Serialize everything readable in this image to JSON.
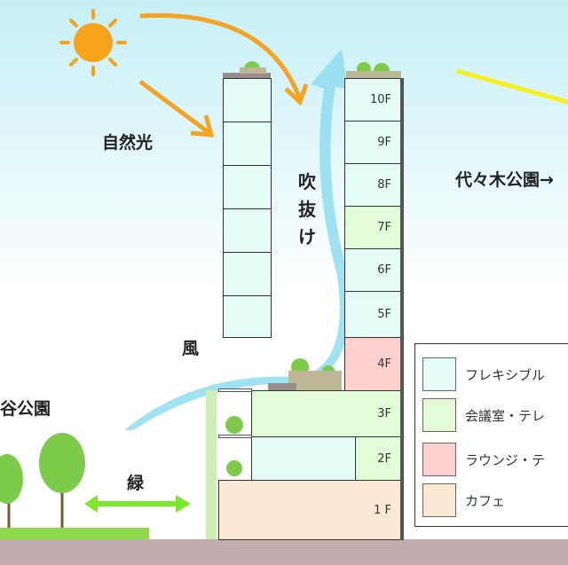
{
  "labels": {
    "sunlight": "自然光",
    "atrium": "吹抜け",
    "wind": "風",
    "park_right": "代々木公園→",
    "park_left": "谷公園",
    "greenery": "緑"
  },
  "floors": [
    "10F",
    "9F",
    "8F",
    "7F",
    "6F",
    "5F",
    "4F",
    "3F",
    "2F",
    "1 F"
  ],
  "legend": [
    {
      "label": "フレキシブル",
      "color": "#e4fbf6"
    },
    {
      "label": "会議室・テレ",
      "color": "#e3fcd8"
    },
    {
      "label": "ラウンジ・テ",
      "color": "#fdcfcf"
    },
    {
      "label": "カフェ",
      "color": "#fde8d3"
    }
  ]
}
